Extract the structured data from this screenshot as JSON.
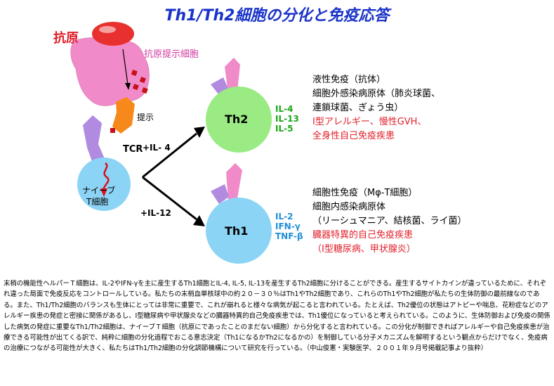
{
  "title": "Th1/Th2細胞の分化と免疫応答",
  "labels": {
    "antigen": "抗原",
    "apc": "抗原提示細胞",
    "presentation": "提示",
    "tcr": "TCR",
    "naive_line1": "ナイーブ",
    "naive_line2": "T細胞",
    "il4": "+IL- 4",
    "il12": "+IL-12",
    "th2": "Th2",
    "th1": "Th1"
  },
  "th2_cytokines": [
    "IL-4",
    "IL-13",
    "IL-5"
  ],
  "th1_cytokines": [
    "IL-2",
    "IFN-γ",
    "TNF-β"
  ],
  "th2_description": [
    {
      "text": "液性免疫（抗体）",
      "color": "black"
    },
    {
      "text": "細胞外感染病原体（肺炎球菌、",
      "color": "black"
    },
    {
      "text": "連鎖球菌、ぎょう虫）",
      "color": "black"
    },
    {
      "text": "I型アレルギー、慢性GVH、",
      "color": "red"
    },
    {
      "text": "全身性自己免疫疾患",
      "color": "red"
    }
  ],
  "th1_description": [
    {
      "text": "細胞性免疫（Mφ-T細胞）",
      "color": "black"
    },
    {
      "text": "細胞内感染病原体",
      "color": "black"
    },
    {
      "text": "（リーシュマニア、結核菌、ライ菌）",
      "color": "black"
    },
    {
      "text": "臓器特異的自己免疫疾患",
      "color": "red"
    },
    {
      "text": "（I型糖尿病、甲状腺炎）",
      "color": "red"
    }
  ],
  "body_text": "末梢の機能性ヘルパーＴ細胞は、IL-2やIFN-γを主に産生するTh1細胞とIL-4, IL-5, IL-13を産生するTh2細胞に分けることができる。産生するサイトカインが違っているために、それぞれ違った局面で免疫反応をコントロールしている。私たちの末梢血単核球中の約２０－３０％はTh1やTh2細胞であり、これらのTh1やTh2細胞が私たちの生体防御の最前線なのである。また、Th1/Th2細胞のバランスも生体にとっては非常に重要で、これが崩れると様々な病気が起こると言われている。たとえば、Th2優位の状態はアトピーや喘息、花粉症などのアレルギー疾患の発症と密接に関係があるし、I型糖尿病や甲状腺炎などの臓器特異的自己免疫疾患では、Th1優位になっていると考えられている。このように、生体防御および免疫の関係した病気の発症に重要なTh1/Th2細胞は、ナイーブＴ細胞（抗原にであったことのまだない細胞）から分化すると言われている。この分化が制御できればアレルギーや自己免疫疾患が治療できる可能性が出てくる訳で、純粋に細胞の分化過程でおこる意志決定（Th1になるかTh2になるかの）を制御している分子メカニズムを解明するという観点からだけでなく、免疫病の治療につながる可能性が大きく、私たちはTh1/Th2細胞の分化調節機構について研究を行っている。（中山俊憲・実験医学、２００１年９月号掲載記事より抜粋）",
  "colors": {
    "title": "#1a33c9",
    "antigen": "#e0202a",
    "apc": "#f08ac8",
    "naive": "#8cd4f5",
    "th2": "#9aeb84",
    "th1": "#8cd4f5",
    "receptor_orange": "#f7881a",
    "receptor_purple": "#b08be0",
    "th2_cytokine": "#1aa51a",
    "th1_cytokine": "#1e8fd6"
  }
}
